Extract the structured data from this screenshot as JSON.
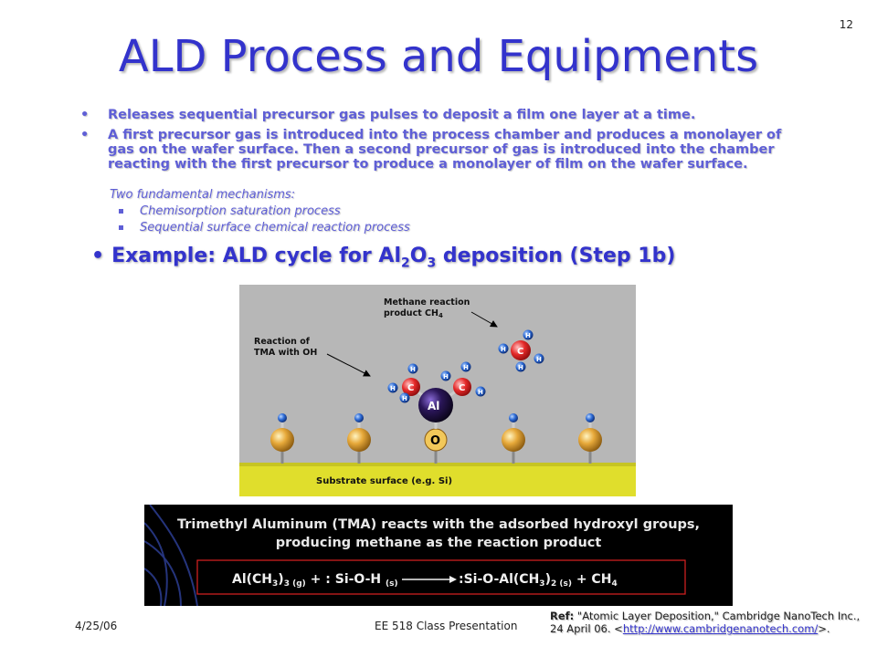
{
  "slide": {
    "number": "12",
    "title": "ALD Process and Equipments",
    "bullets": [
      "Releases sequential precursor gas pulses to deposit a film one layer at a time.",
      "A first precursor gas is introduced into the process chamber and produces a monolayer of gas on the wafer surface.  Then a second precursor of gas is introduced into the chamber reacting with the first precursor to produce a monolayer of film on the wafer surface."
    ],
    "mechanisms_heading": "Two fundamental mechanisms:",
    "mechanisms": [
      "Chemisorption saturation process",
      "Sequential surface chemical reaction process"
    ],
    "example": {
      "prefix": "Example: ALD cycle for Al",
      "sub1": "2",
      "mid": "O",
      "sub2": "3",
      "suffix": " deposition (Step 1b)"
    }
  },
  "diagram": {
    "label_methane_line1": "Methane reaction",
    "label_methane_line2": "product CH",
    "label_methane_sub": "4",
    "label_tma_line1": "Reaction of",
    "label_tma_line2": "TMA with OH",
    "atom_al": "Al",
    "atom_o": "O",
    "atom_c": "C",
    "atom_h": "H",
    "substrate_label": "Substrate surface (e.g. Si)"
  },
  "equation_box": {
    "line1": "Trimethyl Aluminum (TMA) reacts with the adsorbed hydroxyl groups,",
    "line2": "producing methane as the reaction product",
    "equation": {
      "left": "Al(CH",
      "left_sub3": "3",
      "left_close": ")",
      "left_sub_g": "3 (g)",
      "plus": " + : Si-O-H ",
      "s1": "(s)",
      "right": ":Si-O-Al(CH",
      "right_sub3": "3",
      "right_close": ")",
      "right_sub_s": "2 (s)",
      "plus2": "  + CH",
      "ch4_sub": "4"
    }
  },
  "footer": {
    "date": "4/25/06",
    "center": "EE 518 Class Presentation",
    "ref_label": "Ref:",
    "ref_text1": " \"Atomic Layer Deposition,\" Cambridge NanoTech Inc.,",
    "ref_text2": "24 April 06. <",
    "ref_link": "http://www.cambridgenanotech.com/",
    "ref_end": ">."
  },
  "colors": {
    "title": "#3333cc",
    "bullet_text": "#5f5fd6",
    "diagram_bg": "#b7b7b7",
    "substrate": "#e0de2c",
    "carbon": "#e32626",
    "hydrogen": "#1a5fd0",
    "aluminum": "#3b1f70"
  }
}
